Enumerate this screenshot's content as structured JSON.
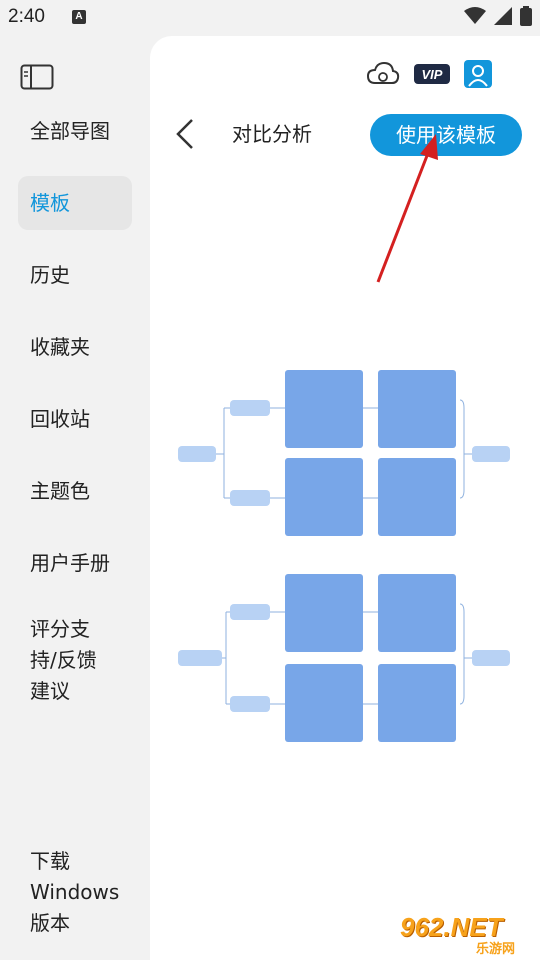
{
  "status": {
    "time": "2:40",
    "notif_icon": "a-icon"
  },
  "sidebar": {
    "items": [
      {
        "label": "全部导图"
      },
      {
        "label": "模板"
      },
      {
        "label": "历史"
      },
      {
        "label": "收藏夹"
      },
      {
        "label": "回收站"
      },
      {
        "label": "主题色"
      },
      {
        "label": "用户手册"
      },
      {
        "label": "评分支持/反馈建议"
      },
      {
        "label": "下载Windows版本"
      }
    ],
    "active_index": 1
  },
  "header": {
    "title": "对比分析",
    "use_template_label": "使用该模板",
    "vip_label": "VIP"
  },
  "colors": {
    "accent": "#1296db",
    "box": "#78a6e8",
    "node": "#b8d2f4",
    "arrow": "#d42020"
  },
  "watermark": {
    "text": "962.NET",
    "sub": "乐游网"
  }
}
